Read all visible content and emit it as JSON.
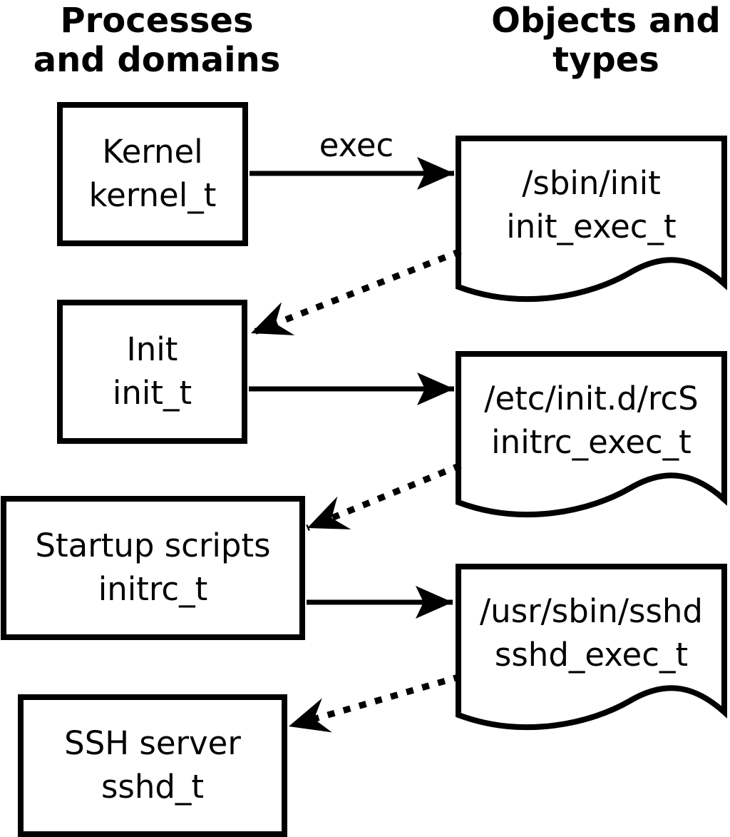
{
  "headers": {
    "left": {
      "line1": "Processes",
      "line2": "and domains"
    },
    "right": {
      "line1": "Objects and",
      "line2": "types"
    }
  },
  "processes": [
    {
      "name": "Kernel",
      "type": "kernel_t"
    },
    {
      "name": "Init",
      "type": "init_t"
    },
    {
      "name": "Startup scripts",
      "type": "initrc_t"
    },
    {
      "name": "SSH server",
      "type": "sshd_t"
    }
  ],
  "objects": [
    {
      "path": "/sbin/init",
      "type": "init_exec_t"
    },
    {
      "path": "/etc/init.d/rcS",
      "type": "initrc_exec_t"
    },
    {
      "path": "/usr/sbin/sshd",
      "type": "sshd_exec_t"
    }
  ],
  "arrows": {
    "exec_label": "exec",
    "edges": [
      {
        "from": "kernel_t",
        "to": "init_exec_t",
        "style": "solid",
        "label": "exec"
      },
      {
        "from": "init_exec_t",
        "to": "init_t",
        "style": "dotted",
        "label": ""
      },
      {
        "from": "init_t",
        "to": "initrc_exec_t",
        "style": "solid",
        "label": ""
      },
      {
        "from": "initrc_exec_t",
        "to": "initrc_t",
        "style": "dotted",
        "label": ""
      },
      {
        "from": "initrc_t",
        "to": "sshd_exec_t",
        "style": "solid",
        "label": ""
      },
      {
        "from": "sshd_exec_t",
        "to": "sshd_t",
        "style": "dotted",
        "label": ""
      }
    ]
  },
  "colors": {
    "ink": "#000000",
    "background": "#ffffff"
  }
}
